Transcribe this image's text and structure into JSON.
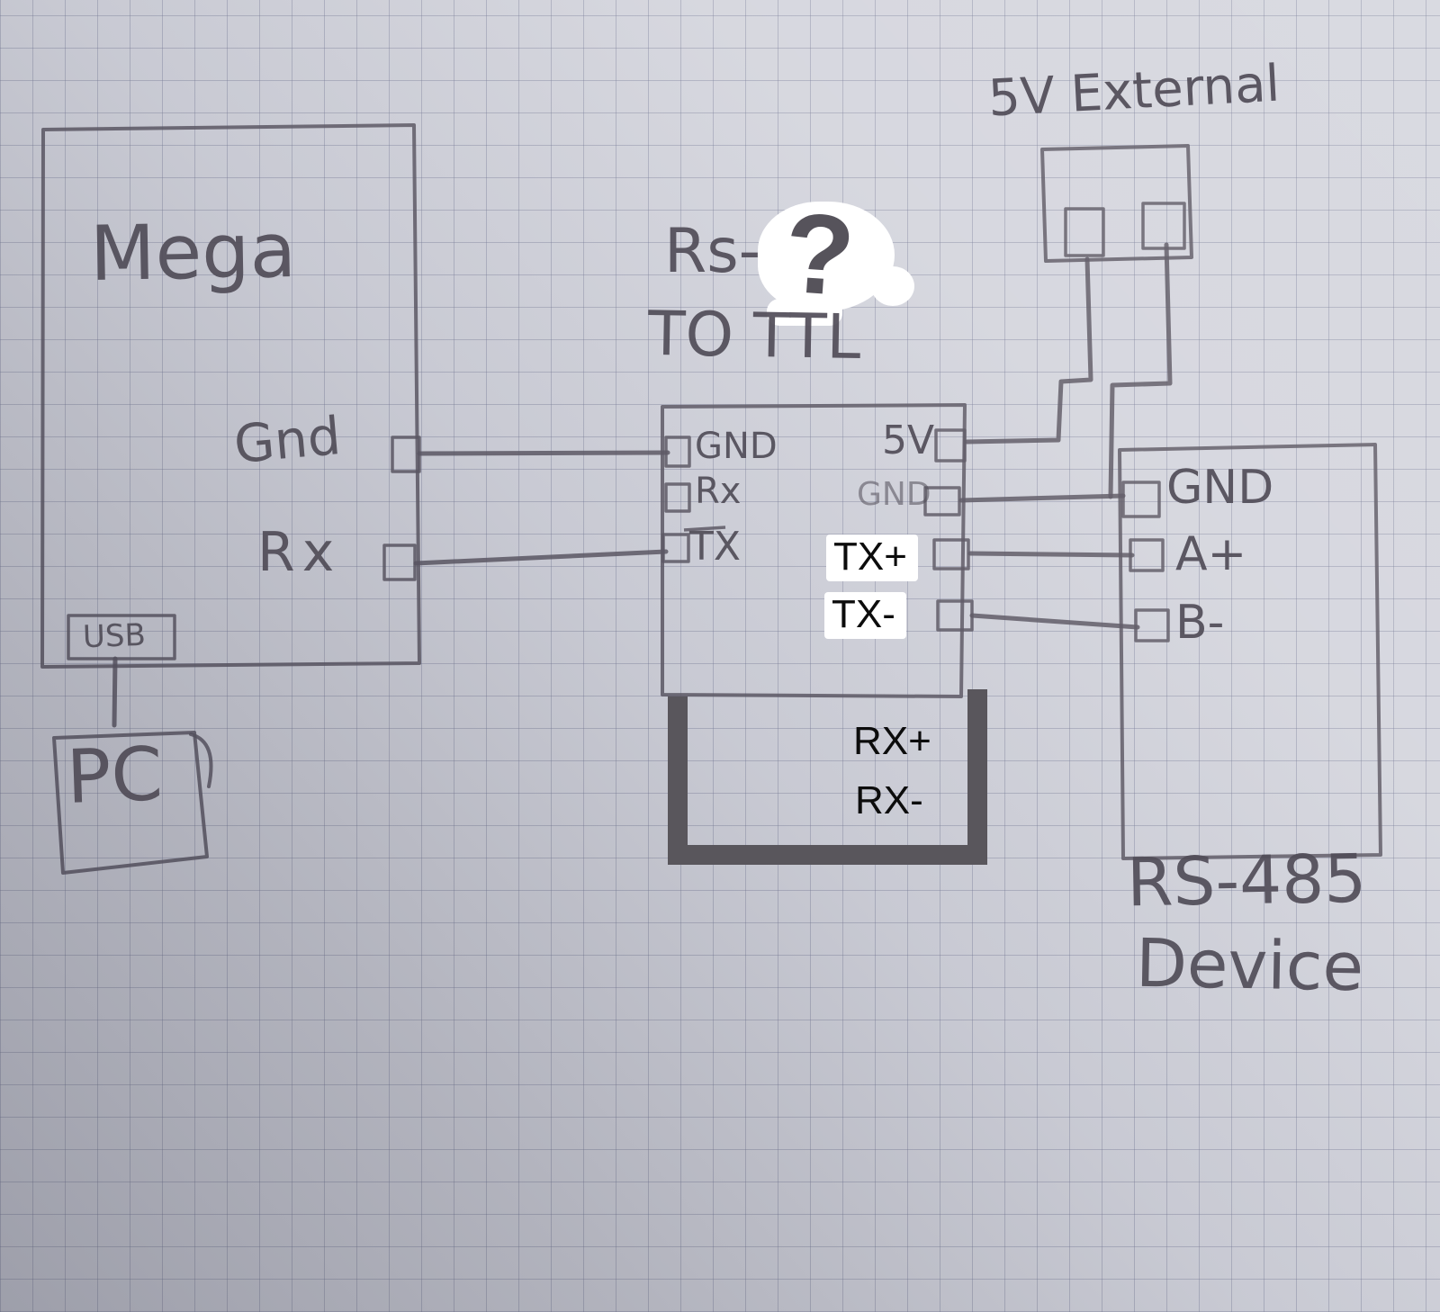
{
  "colors": {
    "pencil": "#595560",
    "marker": "#59565c",
    "annotation": "#0c0c0c",
    "paper": "#d4d5dd"
  },
  "mega": {
    "label": "Mega",
    "pin_gnd": "Gnd",
    "pin_rx": "Rx",
    "usb": "USB",
    "pc": "PC"
  },
  "module": {
    "title_line1": "Rs-",
    "question_mark": "?",
    "title_line2": "TO TTL",
    "pin_gnd_left": "GND",
    "pin_rx_left": "Rx",
    "pin_tx_left": "TX",
    "pin_5v_right": "5V",
    "pin_gnd_right": "GND",
    "ann_tx_plus": "TX+",
    "ann_tx_minus": "TX-",
    "ann_rx_plus": "RX+",
    "ann_rx_minus": "RX-"
  },
  "external_5v": {
    "label": "5V External"
  },
  "rs485": {
    "pin_gnd": "GND",
    "pin_a": "A+",
    "pin_b": "B-",
    "label_line1": "RS-485",
    "label_line2": "Device"
  }
}
